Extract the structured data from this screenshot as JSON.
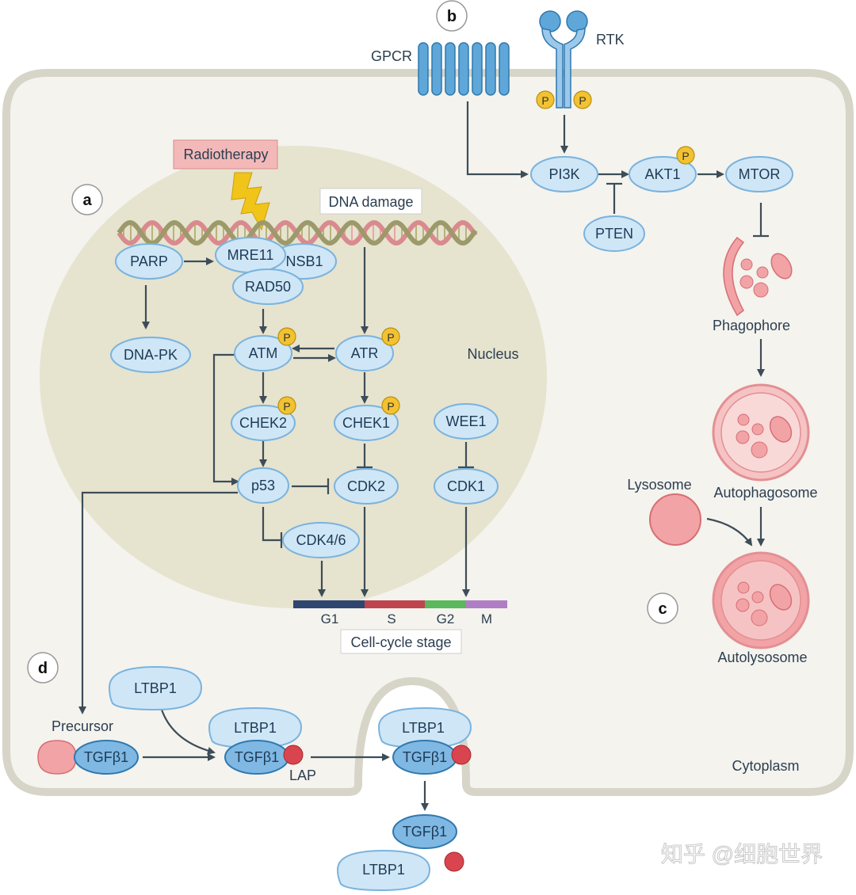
{
  "panels": {
    "a": "a",
    "b": "b",
    "c": "c",
    "d": "d"
  },
  "compartments": {
    "nucleus": "Nucleus",
    "cytoplasm": "Cytoplasm"
  },
  "labels": {
    "radiotherapy": "Radiotherapy",
    "dna_damage": "DNA damage",
    "gpcr": "GPCR",
    "rtk": "RTK",
    "phospho": "P",
    "phagophore": "Phagophore",
    "autophagosome": "Autophagosome",
    "lysosome": "Lysosome",
    "autolysosome": "Autolysosome",
    "precursor": "Precursor",
    "lap": "LAP",
    "cell_cycle_stage": "Cell-cycle stage"
  },
  "proteins": {
    "parp": "PARP",
    "mre11": "MRE11",
    "nsb1": "NSB1",
    "rad50": "RAD50",
    "dnapk": "DNA-PK",
    "atm": "ATM",
    "atr": "ATR",
    "chek2": "CHEK2",
    "chek1": "CHEK1",
    "wee1": "WEE1",
    "p53": "p53",
    "cdk2": "CDK2",
    "cdk1": "CDK1",
    "cdk46": "CDK4/6",
    "pi3k": "PI3K",
    "akt1": "AKT1",
    "mtor": "MTOR",
    "pten": "PTEN",
    "ltbp1": "LTBP1",
    "tgfb1": "TGFβ1"
  },
  "cell_cycle": {
    "phases": [
      {
        "name": "G1",
        "color": "#2f4670"
      },
      {
        "name": "S",
        "color": "#c0444e"
      },
      {
        "name": "G2",
        "color": "#5cb85c"
      },
      {
        "name": "M",
        "color": "#b07ec4"
      }
    ]
  },
  "watermark": "知乎 @细胞世界",
  "colors": {
    "protein_fill": "#cfe6f7",
    "protein_stroke": "#7ab3dd",
    "nucleus": "#e6e3cf",
    "cytoplasm": "#f4f3ee",
    "membrane": "#d7d5c8",
    "phospho": "#f2c230",
    "radiotherapy_box": "#f3b9b9",
    "vesicle": "#f2a3a6"
  }
}
